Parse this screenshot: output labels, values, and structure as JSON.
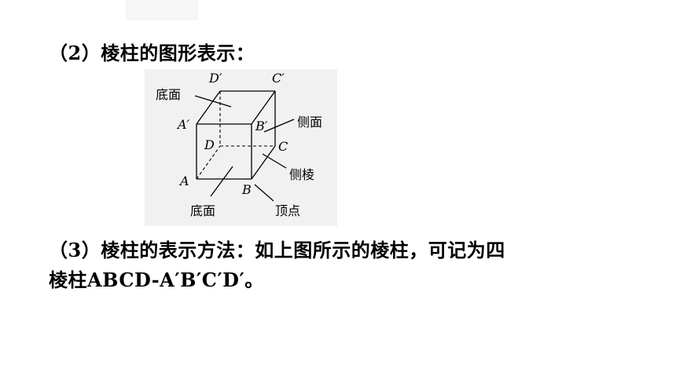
{
  "lines": {
    "l1": "（2）棱柱的图形表示：",
    "l2": "（3）棱柱的表示方法：如上图所示的棱柱，可记为四",
    "l3": "棱柱ABCD-A′B′C′D′。"
  },
  "figure": {
    "vertices": {
      "A": "A",
      "B": "B",
      "C": "C",
      "D": "D",
      "A1": "A′",
      "B1": "B′",
      "C1": "C′",
      "D1": "D′"
    },
    "callouts": {
      "base_top": "底面",
      "base_bottom": "底面",
      "lateral_face": "侧面",
      "lateral_edge": "侧棱",
      "vertex": "顶点"
    }
  }
}
